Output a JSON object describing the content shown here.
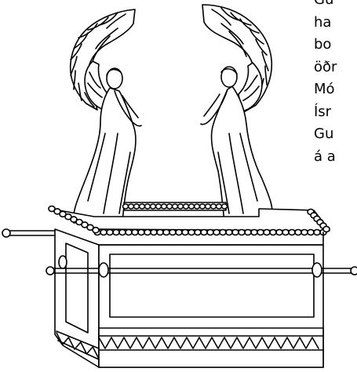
{
  "text_fragments": [
    "Gu",
    "ha",
    "bo",
    "öðr",
    "Mó",
    "Ísr",
    "Gu",
    "á a"
  ],
  "illustration": {
    "subject": "ark-of-the-covenant-line-drawing",
    "colors": {
      "line": "#000000",
      "background": "#ffffff"
    }
  }
}
